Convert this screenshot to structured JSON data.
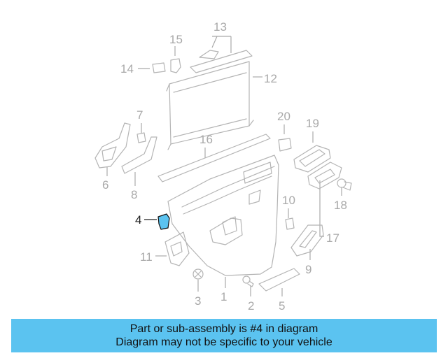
{
  "diagram": {
    "highlight_color": "#5bc3f0",
    "callouts": [
      {
        "id": "1",
        "text": "1"
      },
      {
        "id": "2",
        "text": "2"
      },
      {
        "id": "3",
        "text": "3"
      },
      {
        "id": "4",
        "text": "4"
      },
      {
        "id": "5",
        "text": "5"
      },
      {
        "id": "6",
        "text": "6"
      },
      {
        "id": "7",
        "text": "7"
      },
      {
        "id": "8",
        "text": "8"
      },
      {
        "id": "9",
        "text": "9"
      },
      {
        "id": "10",
        "text": "10"
      },
      {
        "id": "11",
        "text": "11"
      },
      {
        "id": "12",
        "text": "12"
      },
      {
        "id": "13",
        "text": "13"
      },
      {
        "id": "14",
        "text": "14"
      },
      {
        "id": "15",
        "text": "15"
      },
      {
        "id": "16",
        "text": "16"
      },
      {
        "id": "17",
        "text": "17"
      },
      {
        "id": "18",
        "text": "18"
      },
      {
        "id": "19",
        "text": "19"
      },
      {
        "id": "20",
        "text": "20"
      }
    ]
  },
  "banner": {
    "line1": "Part or sub-assembly is #4 in diagram",
    "line2": "Diagram may not be specific to your vehicle",
    "background": "#5bc3f0"
  }
}
